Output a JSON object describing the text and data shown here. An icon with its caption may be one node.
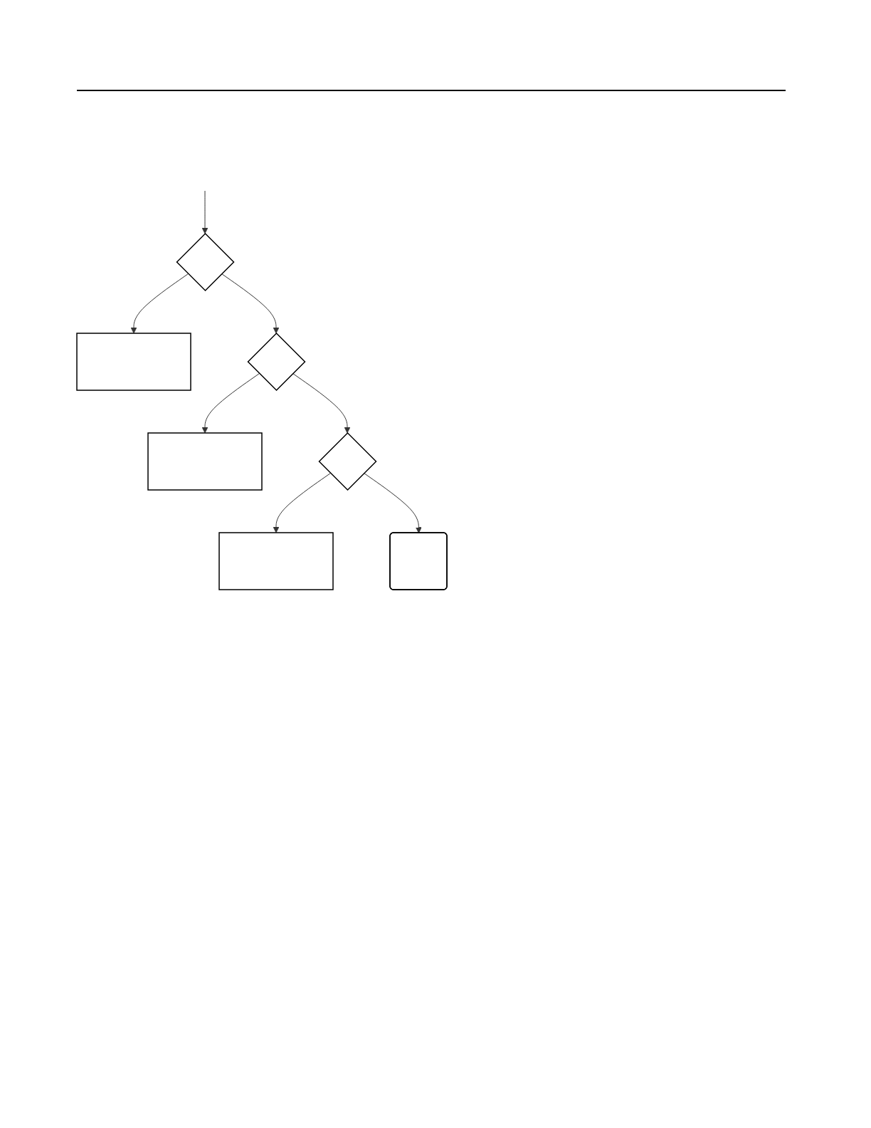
{
  "diagram": {
    "nodes": [
      {
        "text": [],
        "shape": "diamond"
      },
      {
        "text": [],
        "shape": "box"
      },
      {
        "text": [],
        "shape": "diamond"
      },
      {
        "text": [],
        "shape": "box"
      },
      {
        "text": [],
        "shape": "diamond"
      },
      {
        "text": [],
        "shape": "box"
      },
      {
        "text": [],
        "shape": "terminal"
      }
    ],
    "edges": [
      {
        "from": null,
        "to": 0,
        "arrow": "to"
      },
      {
        "from": 0,
        "to": 1,
        "arrow": "to"
      },
      {
        "from": 0,
        "to": 2,
        "arrow": "to"
      },
      {
        "from": 2,
        "to": 3,
        "arrow": "to"
      },
      {
        "from": 2,
        "to": 4,
        "arrow": "to"
      },
      {
        "from": 4,
        "to": 5,
        "arrow": "to"
      },
      {
        "from": 4,
        "to": 6,
        "arrow": "to"
      }
    ]
  }
}
